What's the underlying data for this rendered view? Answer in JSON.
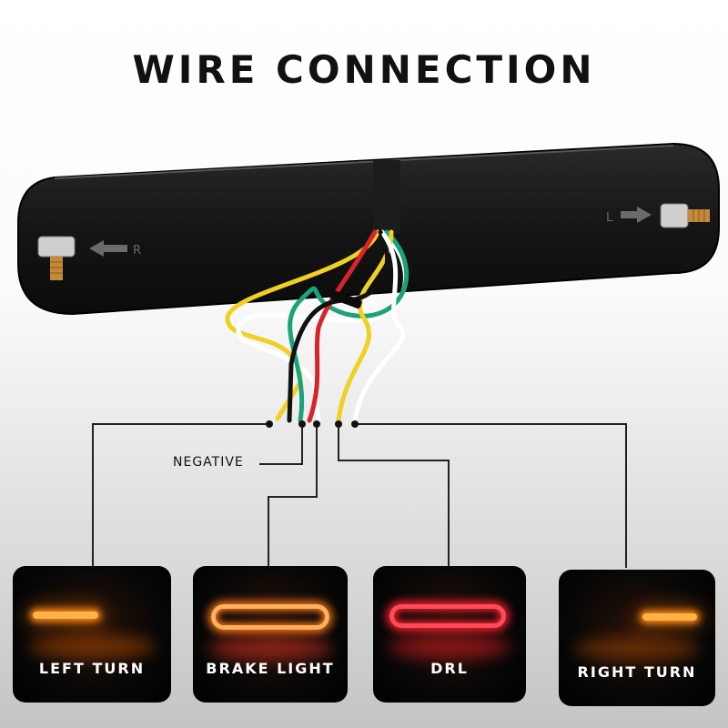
{
  "title": "WIRE CONNECTION",
  "bar": {
    "left_arrow_letter": "R",
    "right_arrow_letter": "L"
  },
  "negative_label": "NEGATIVE",
  "panels": [
    {
      "label": "LEFT TURN",
      "light": "amber strip"
    },
    {
      "label": "BRAKE LIGHT",
      "light": "amber ring"
    },
    {
      "label": "DRL",
      "light": "red ring"
    },
    {
      "label": "RIGHT TURN",
      "light": "amber strip"
    }
  ],
  "colors": {
    "amber": "#ffb347",
    "red": "#ff4a5a",
    "wire_green": "#1aa37a",
    "wire_yellow": "#f0d020",
    "wire_white": "#ffffff",
    "wire_red": "#d8232a",
    "wire_black": "#111111"
  }
}
